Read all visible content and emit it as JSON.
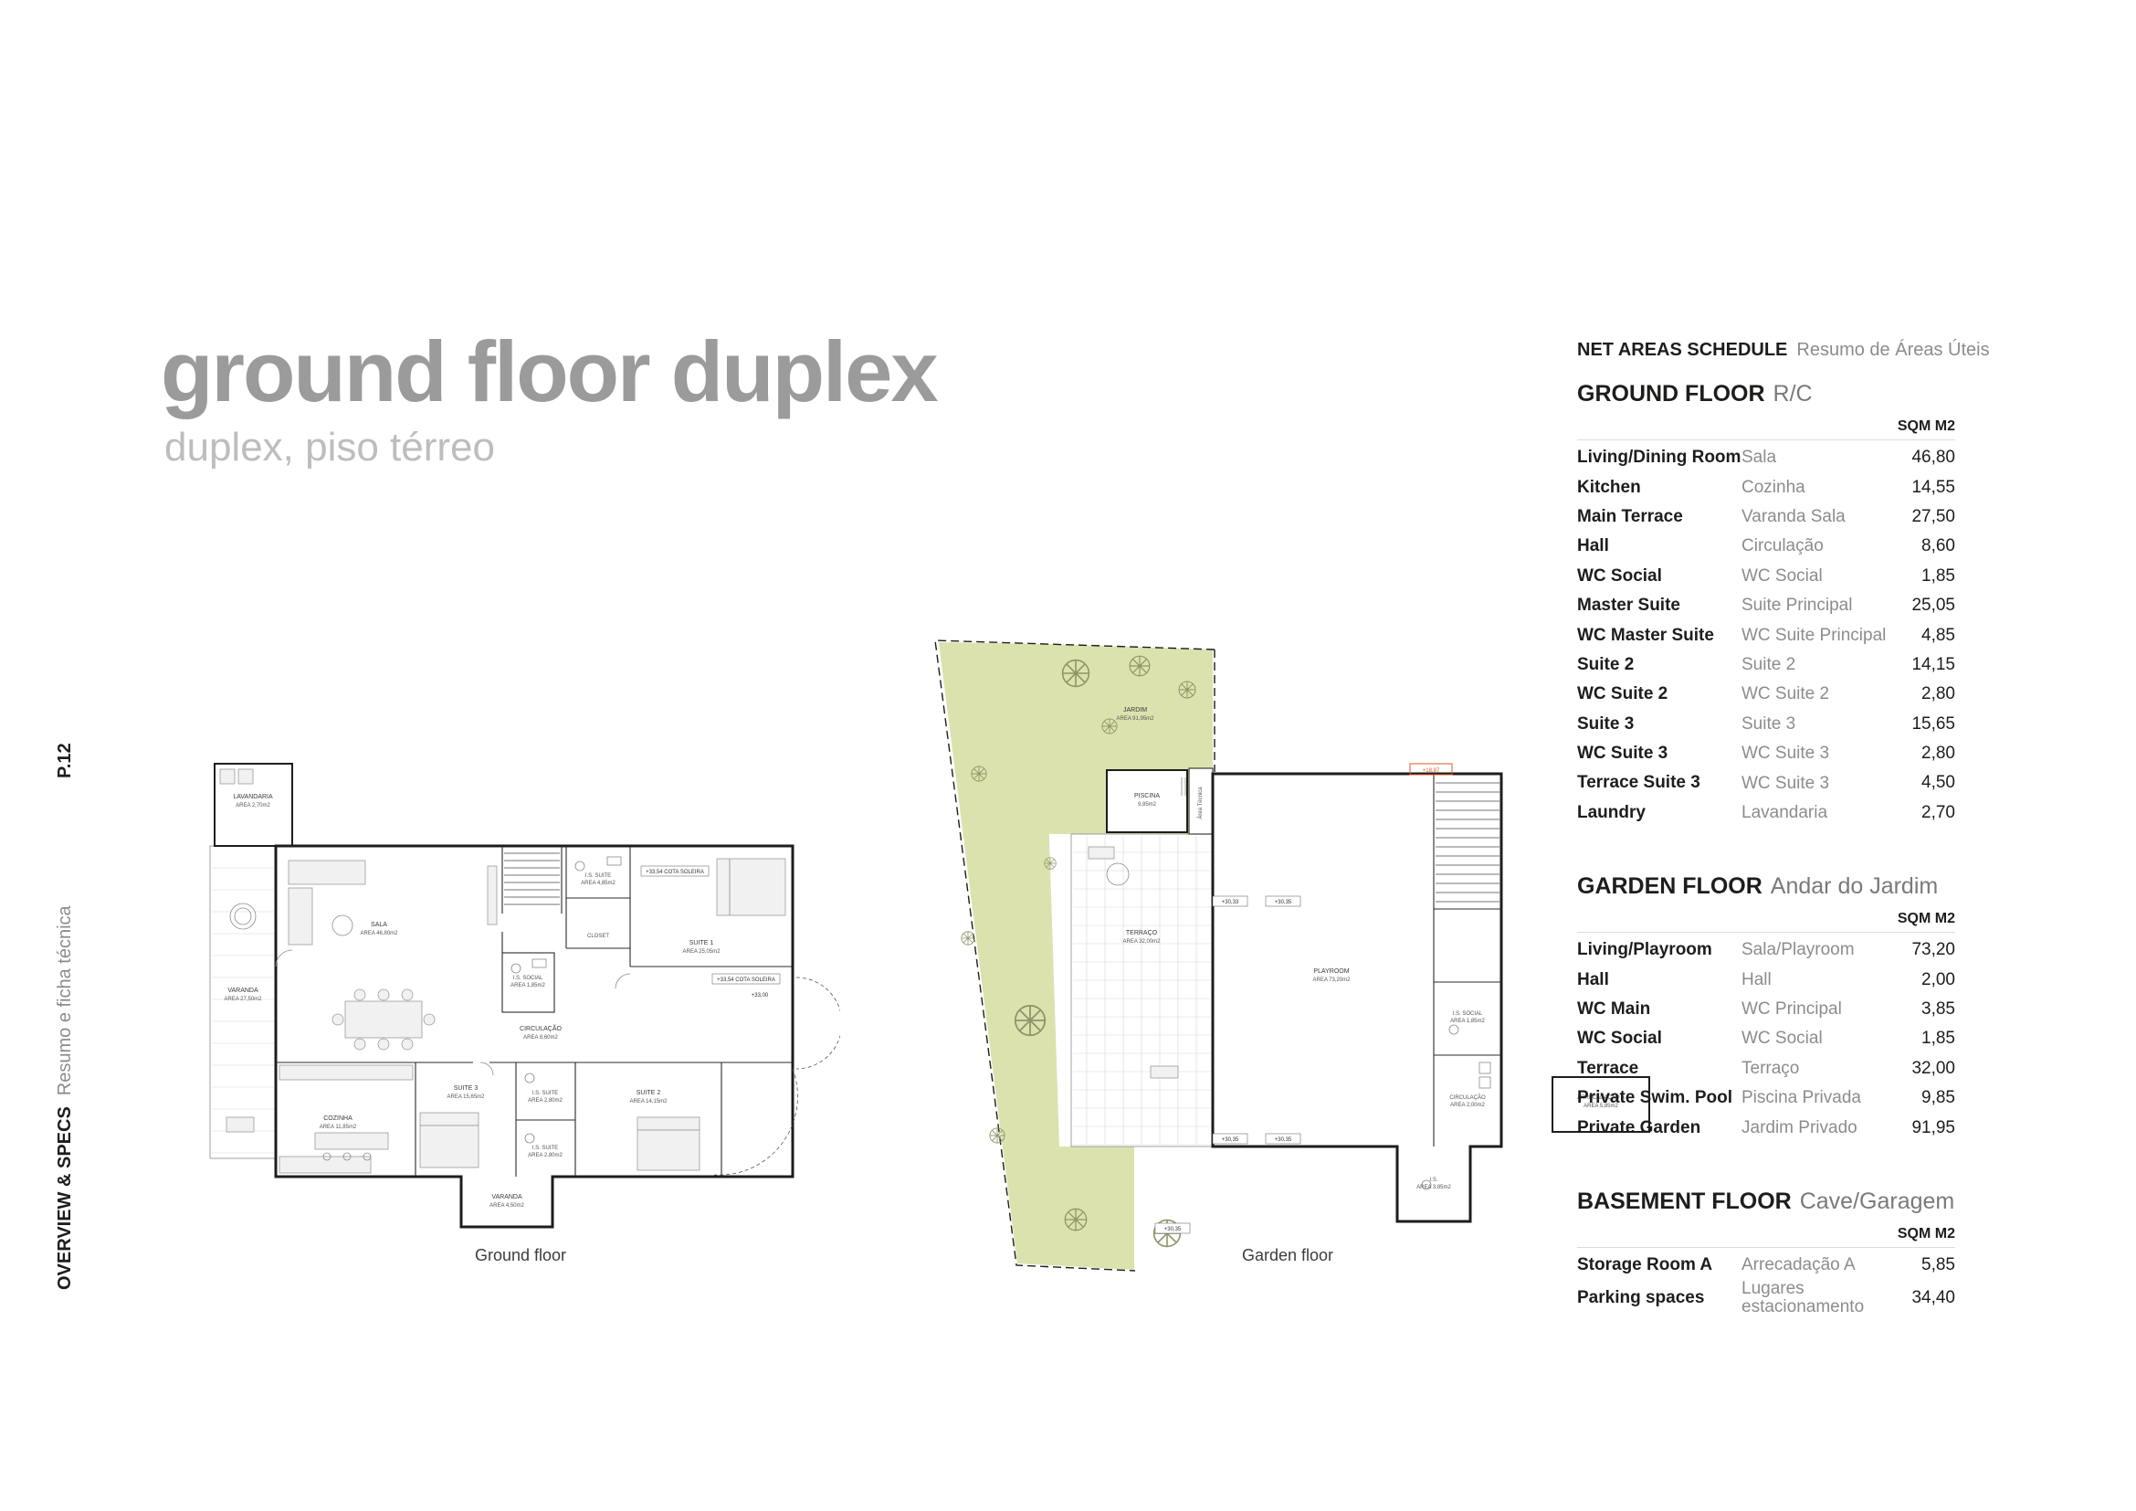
{
  "page": {
    "number": "P.12",
    "sidebar_en": "OVERVIEW & SPECS",
    "sidebar_pt": "Resumo e ficha técnica",
    "title": "ground floor duplex",
    "subtitle": "duplex, piso térreo"
  },
  "captions": {
    "ground": "Ground floor",
    "garden": "Garden floor"
  },
  "schedule": {
    "title_en": "NET AREAS SCHEDULE",
    "title_pt": "Resumo de Áreas Úteis",
    "unit_label": "SQM M2",
    "sections": [
      {
        "heading_en": "GROUND FLOOR",
        "heading_pt": "R/C",
        "rows": [
          {
            "en": "Living/Dining Room",
            "pt": "Sala",
            "val": "46,80"
          },
          {
            "en": "Kitchen",
            "pt": "Cozinha",
            "val": "14,55"
          },
          {
            "en": "Main Terrace",
            "pt": "Varanda Sala",
            "val": "27,50"
          },
          {
            "en": "Hall",
            "pt": "Circulação",
            "val": "8,60"
          },
          {
            "en": "WC Social",
            "pt": "WC Social",
            "val": "1,85"
          },
          {
            "en": "Master Suite",
            "pt": "Suite Principal",
            "val": "25,05"
          },
          {
            "en": "WC Master Suite",
            "pt": "WC Suite Principal",
            "val": "4,85"
          },
          {
            "en": "Suite 2",
            "pt": "Suite 2",
            "val": "14,15"
          },
          {
            "en": "WC Suite 2",
            "pt": "WC Suite 2",
            "val": "2,80"
          },
          {
            "en": "Suite 3",
            "pt": "Suite 3",
            "val": "15,65"
          },
          {
            "en": "WC Suite 3",
            "pt": "WC Suite 3",
            "val": "2,80"
          },
          {
            "en": "Terrace Suite 3",
            "pt": "WC Suite 3",
            "val": "4,50"
          },
          {
            "en": "Laundry",
            "pt": "Lavandaria",
            "val": "2,70"
          }
        ]
      },
      {
        "heading_en": "GARDEN FLOOR",
        "heading_pt": "Andar do Jardim",
        "rows": [
          {
            "en": "Living/Playroom",
            "pt": "Sala/Playroom",
            "val": "73,20"
          },
          {
            "en": "Hall",
            "pt": "Hall",
            "val": "2,00"
          },
          {
            "en": "WC Main",
            "pt": "WC Principal",
            "val": "3,85"
          },
          {
            "en": "WC Social",
            "pt": "WC Social",
            "val": "1,85"
          },
          {
            "en": "Terrace",
            "pt": "Terraço",
            "val": "32,00"
          },
          {
            "en": "Private Swim. Pool",
            "pt": "Piscina Privada",
            "val": "9,85"
          },
          {
            "en": "Private Garden",
            "pt": "Jardim Privado",
            "val": "91,95"
          }
        ]
      },
      {
        "heading_en": "BASEMENT FLOOR",
        "heading_pt": "Cave/Garagem",
        "rows": [
          {
            "en": "Storage Room A",
            "pt": "Arrecadação A",
            "val": "5,85"
          },
          {
            "en": "Parking spaces",
            "pt": "Lugares estacionamento",
            "val": "34,40"
          }
        ]
      }
    ]
  },
  "plans": {
    "ground": {
      "rooms": {
        "lavandaria": {
          "name": "LAVANDARIA",
          "area": "AREA 2,70m2"
        },
        "varanda": {
          "name": "VARANDA",
          "area": "AREA 27,50m2"
        },
        "sala": {
          "name": "SALA",
          "area": "AREA 46,80m2"
        },
        "cozinha": {
          "name": "COZINHA",
          "area": "AREA 11,85m2"
        },
        "circulacao": {
          "name": "CIRCULAÇÃO",
          "area": "AREA 8,60m2"
        },
        "is_social": {
          "name": "I.S. SOCIAL",
          "area": "AREA 1,85m2"
        },
        "is_suite_master": {
          "name": "I.S. SUITE",
          "area": "AREA 4,85m2"
        },
        "closet": {
          "name": "CLOSET"
        },
        "suite1": {
          "name": "SUITE 1",
          "area": "AREA 25,05m2"
        },
        "suite2": {
          "name": "SUITE 2",
          "area": "AREA 14,15m2"
        },
        "suite3": {
          "name": "SUITE 3",
          "area": "AREA 15,65m2"
        },
        "is_suite2": {
          "name": "I.S. SUITE",
          "area": "AREA 2,80m2"
        },
        "is_suite3": {
          "name": "I.S. SUITE",
          "area": "AREA 2,80m2"
        },
        "varanda_sul": {
          "name": "VARANDA",
          "area": "AREA 4,50m2"
        }
      },
      "markers": {
        "cota1": "+33,54 COTA SOLEIRA",
        "cota2": "+33,54 COTA SOLEIRA",
        "cota3": "+33,00"
      }
    },
    "garden": {
      "rooms": {
        "jardim": {
          "name": "JARDIM",
          "area": "AREA 91,95m2"
        },
        "piscina": {
          "name": "PISCINA",
          "area": "9,85m2"
        },
        "area_tecnica": {
          "name": "Área Técnica"
        },
        "terraco": {
          "name": "TERRAÇO",
          "area": "AREA 32,00m2"
        },
        "playroom": {
          "name": "PLAYROOM",
          "area": "AREA 73,20m2"
        },
        "is_social": {
          "name": "I.S. SOCIAL",
          "area": "AREA 1,85m2"
        },
        "circulacao": {
          "name": "CIRCULAÇÃO",
          "area": "AREA 2,00m2"
        },
        "is_main": {
          "name": "I.S.",
          "area": "AREA 3,85m2"
        },
        "arrecadacao": {
          "name": "ARRECADAÇÃO A",
          "area": "AREA 5,85m2"
        }
      },
      "markers": {
        "m1": "+30,33",
        "m2": "+30,35",
        "m3": "+30,35",
        "m4": "+30,35",
        "m5": "+30,35",
        "m6": "+18,87"
      }
    }
  },
  "colors": {
    "garden_green": "#dbe2ae",
    "title_gray": "#9b9b9b",
    "accent_red": "#e2552b",
    "text_dark": "#1d1d1b",
    "text_gray": "#8c8c8c"
  }
}
